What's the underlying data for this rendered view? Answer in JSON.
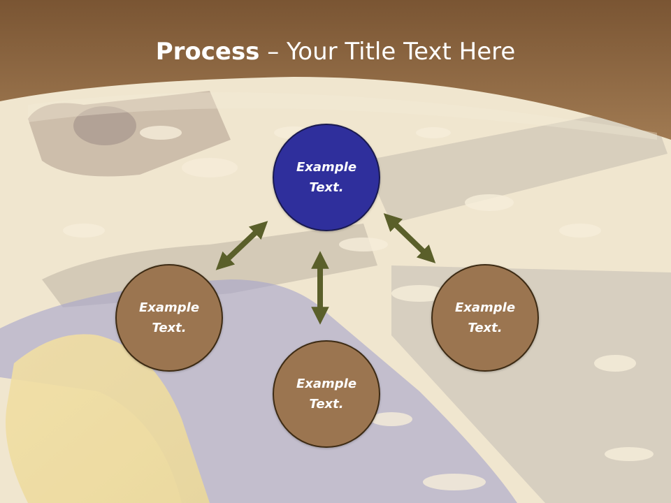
{
  "slide": {
    "title_bold": "Process",
    "title_rest": " – Your Title Text Here",
    "colors": {
      "header_brown": "#8f6a45",
      "node_brown": "#9b7550",
      "node_blue": "#2f2f9c",
      "arrow_olive": "#5a5f2a"
    }
  },
  "diagram": {
    "top": {
      "label": "Example\nText."
    },
    "left": {
      "label": "Example\nText."
    },
    "bottom": {
      "label": "Example\nText."
    },
    "right": {
      "label": "Example\nText."
    }
  }
}
